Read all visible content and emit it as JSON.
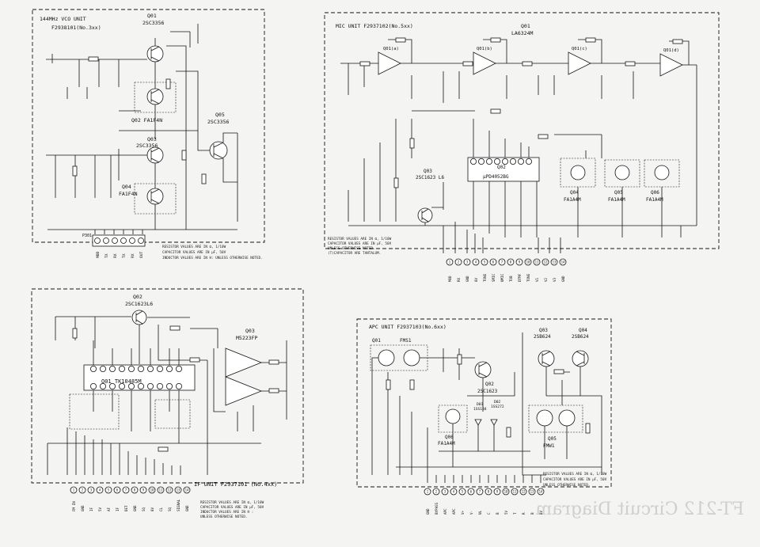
{
  "page_title": "FT-212 Circuit Diagram",
  "vco_unit": {
    "title": "144MHz VCO UNIT",
    "code": "F2938101(No.3xx)",
    "q01": "Q01",
    "q01_part": "2SC3356",
    "q02": "Q02 FA1F4N",
    "q03": "Q03",
    "q03_part": "2SC3356",
    "q04": "Q04",
    "q04_part": "FA1F4N",
    "q05": "Q05",
    "q05_part": "2SC3356",
    "connector": "P301",
    "pins": [
      "MOD",
      "TX",
      "RX",
      "TX",
      "RX",
      "OUT"
    ],
    "notes": [
      "RESISTOR VALUES ARE IN Ω, 1/10W",
      "CAPACITOR VALUES ARE IN µF, 50V",
      "INDUCTOR VALUES ARE IN H: UNLESS OTHERWISE NOTED."
    ]
  },
  "mic_unit": {
    "title": "MIC UNIT F2937102(No.5xx)",
    "q01": "Q01",
    "q01_part": "LA6324M",
    "sections": [
      "Q01(a)",
      "Q01(b)",
      "Q01(c)",
      "Q01(d)"
    ],
    "q02": "Q02",
    "q02_part": "µPD4052BG",
    "q03": "Q03",
    "q03_part": "2SC1623 L6",
    "q04": "Q04",
    "q04_part": "FA1A4M",
    "q05": "Q05",
    "q05_part": "FA1A4M",
    "q06": "Q06",
    "q06_part": "FA1A4M",
    "pin_numbers": [
      "1",
      "2",
      "3",
      "4",
      "5",
      "6",
      "7",
      "8",
      "9",
      "10",
      "11",
      "12",
      "13",
      "14"
    ],
    "pin_names": [
      "MOD",
      "RX",
      "GND",
      "8V",
      "TONE",
      "SMIC",
      "UMIC",
      "TOB",
      "DTMF",
      "TONE",
      "V1",
      "V2",
      "V3",
      "GND"
    ],
    "notes": [
      "RESISTOR VALUES ARE IN Ω, 1/10W",
      "CAPACITOR VALUES ARE IN µF, 50V",
      "UNLESS OTHERWISE NOTED.",
      "(T)CAPACITOR ARE TANTALUM."
    ]
  },
  "if_unit": {
    "title": "IF UNIT F2937101 (No.4xx)",
    "q01": "Q01 TK10485M",
    "q02": "Q02",
    "q02_part": "2SC1623L6",
    "q03": "Q03",
    "q03_part": "M5223FP",
    "pin_numbers": [
      "1",
      "2",
      "3",
      "4",
      "5",
      "6",
      "7",
      "8",
      "9",
      "10",
      "11",
      "12",
      "13",
      "14"
    ],
    "pin_names": [
      "FM IN",
      "GND",
      "IF",
      "5V",
      "AF",
      "IF",
      "DET",
      "GND",
      "SQ",
      "8V",
      "CL",
      "SQ",
      "SIGNAL",
      "GND"
    ],
    "notes": [
      "RESISTOR VALUES ARE IN Ω, 1/10W",
      "CAPACITOR VALUES ARE IN µF, 50V",
      "INDUCTOR VALUES ARE IN H :",
      "UNLESS OTHERWISE NOTED."
    ]
  },
  "apc_unit": {
    "title": "APC UNIT F2937103(No.6xx)",
    "q01": "Q01",
    "q01_part": "FMS1",
    "q02": "Q02",
    "q02_part": "2SC1623",
    "q03": "Q03",
    "q03_part": "2SB624",
    "q04": "Q04",
    "q04_part": "2SB624",
    "q05": "Q05",
    "q05_part": "FMW1",
    "q06": "Q06",
    "q06_part": "FA1A4M",
    "d01": "D01",
    "d01_part": "1SS184",
    "d02": "D02",
    "d02_part": "1SS272",
    "pin_numbers": [
      "1",
      "2",
      "3",
      "4",
      "5",
      "6",
      "7",
      "8",
      "9",
      "10",
      "11",
      "12",
      "13",
      "14"
    ],
    "pin_names": [
      "GND",
      "BYPASS",
      "APC",
      "APC",
      "V+",
      "V-",
      "UL",
      "C",
      "B",
      "5V",
      "T",
      "R",
      "B",
      "8V"
    ],
    "notes": [
      "RESISTOR VALUES ARE IN Ω, 1/10W",
      "CAPACITOR VALUES ARE IN µF, 50V",
      "UNLESS OTHERWISE NOTED."
    ]
  }
}
